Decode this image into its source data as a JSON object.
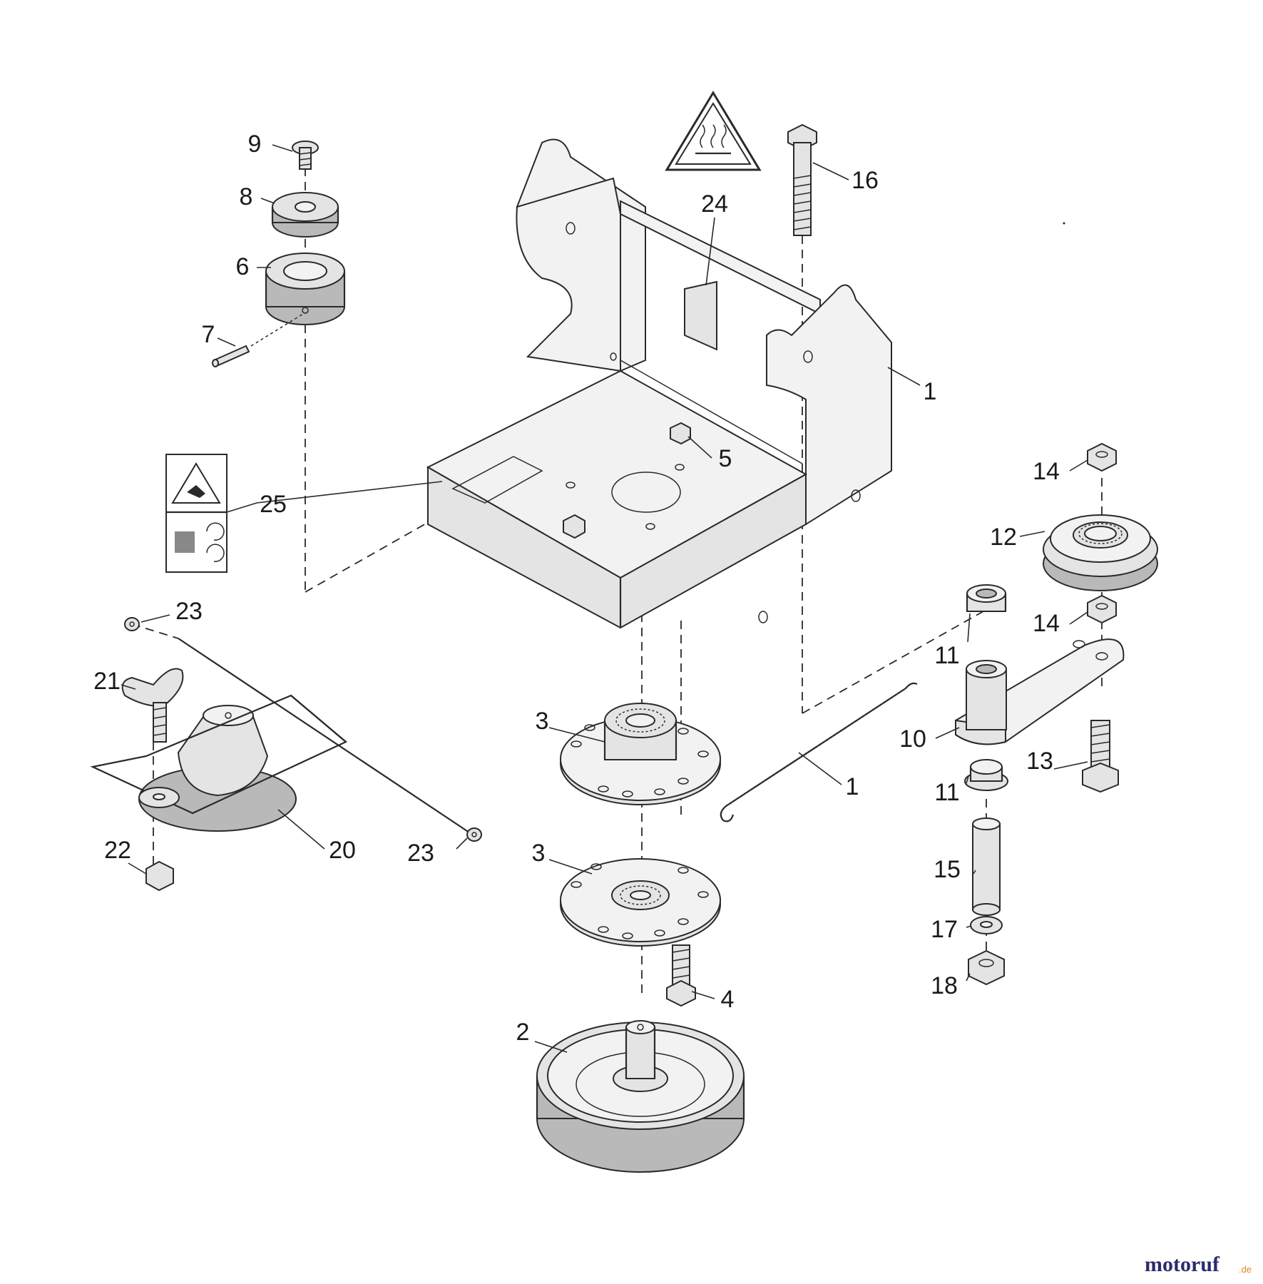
{
  "diagram": {
    "part_labels": {
      "p1_frame": "1",
      "p1_spring": "1",
      "p2": "2",
      "p3_top": "3",
      "p3_bottom": "3",
      "p4": "4",
      "p5": "5",
      "p6": "6",
      "p7": "7",
      "p8": "8",
      "p9": "9",
      "p10": "10",
      "p11_top": "11",
      "p11_bottom": "11",
      "p12": "12",
      "p13": "13",
      "p14_top": "14",
      "p14_bottom": "14",
      "p15": "15",
      "p16": "16",
      "p17": "17",
      "p18": "18",
      "p20": "20",
      "p21": "21",
      "p22": "22",
      "p23_top": "23",
      "p23_bottom": "23",
      "p24": "24",
      "p25": "25"
    },
    "warning_icons": [
      "hot-surface-icon",
      "hand-crush-icon",
      "rotating-parts-icon"
    ],
    "logo": {
      "name": "motoruf",
      "suffix": ".de",
      "color_main": "#2b2b6e",
      "color_accent": "#e08a1e"
    }
  }
}
